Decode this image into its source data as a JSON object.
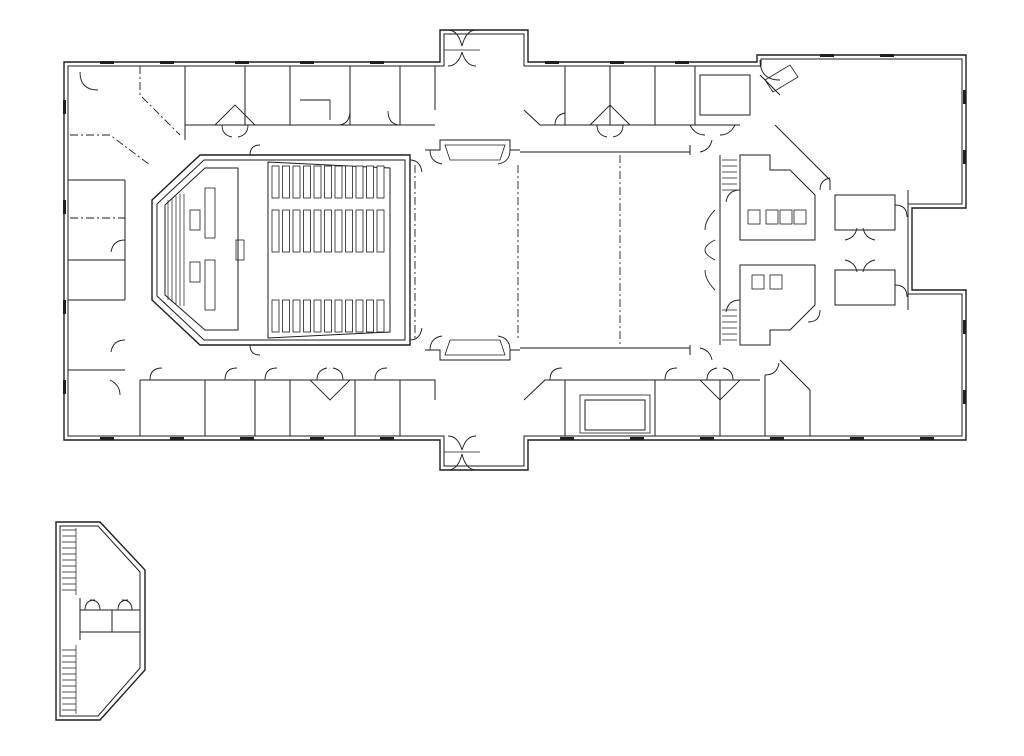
{
  "drawing": {
    "type": "architectural floor plan",
    "color": "#1e1e1e",
    "background": "#ffffff"
  },
  "plans": [
    {
      "name": "main-floor"
    },
    {
      "name": "upper-level-partial"
    }
  ],
  "sanctuary": {
    "pew_columns": 11,
    "pew_rows": 3
  },
  "restrooms": {
    "fixtures_upper": 4,
    "fixtures_lower": 2
  }
}
